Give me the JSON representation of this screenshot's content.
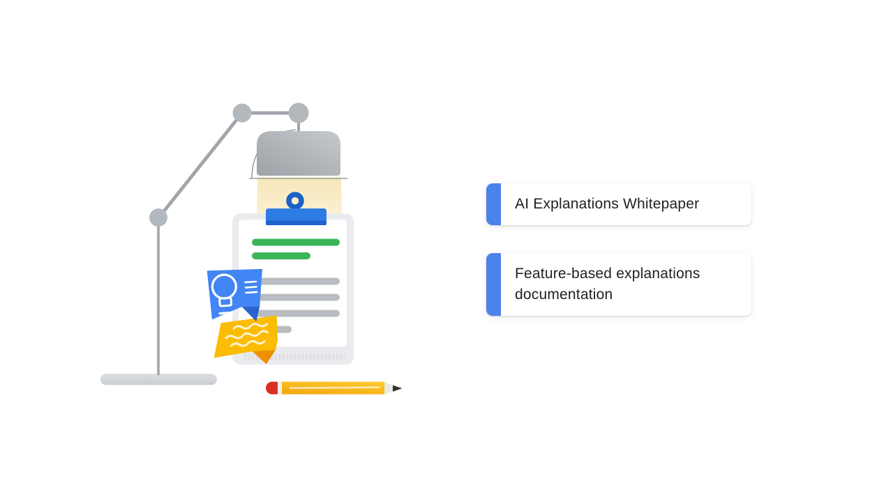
{
  "colors": {
    "accent": "#4c82ec",
    "card_text": "#202124",
    "google_blue": "#4285f4",
    "google_green": "#3cb45a",
    "google_yellow": "#fbbc04",
    "google_red": "#d93025",
    "clip_blue": "#2d7ce4",
    "lamp_gray": "#a2a6ac"
  },
  "resources": {
    "items": [
      {
        "label": "AI Explanations Whitepaper"
      },
      {
        "label": "Feature-based explanations documentation"
      }
    ]
  },
  "illustration": {
    "elements": [
      "desk-lamp-icon",
      "light-beam",
      "clipboard-icon",
      "clipboard-clip-icon",
      "keep-lightbulb-note-icon",
      "sticky-note-icon",
      "pencil-icon"
    ]
  }
}
